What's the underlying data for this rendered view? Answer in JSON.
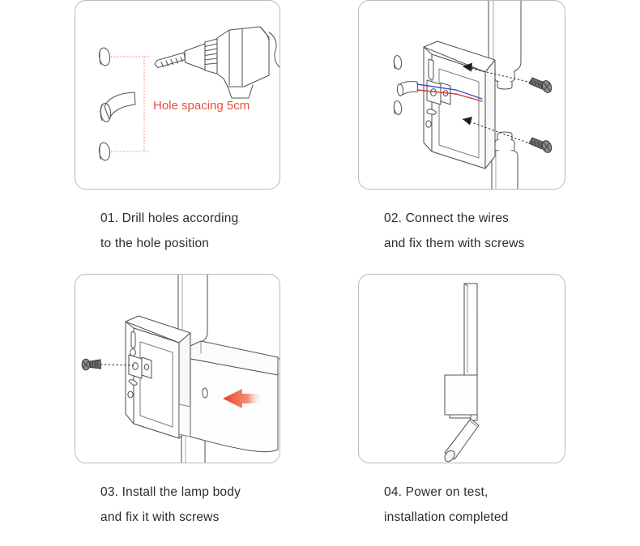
{
  "document": {
    "type": "installation-instructions",
    "title": "Wall Lamp Installation Steps",
    "background_color": "#ffffff",
    "panel_border_color": "#b9b9b9",
    "accent_color": "#e8503a",
    "line_color": "#55555a",
    "wire_colors": {
      "live": "#d33a3a",
      "neutral": "#3a4fd3"
    }
  },
  "steps": [
    {
      "id": "step-01",
      "number": "01",
      "caption_line_1": "01. Drill holes according",
      "caption_line_2": "to the hole position",
      "illustration": "drill-and-wall-holes",
      "annotation": {
        "label": "Hole spacing 5cm",
        "color": "#e8503a",
        "style": "dotted-dimension-line"
      },
      "parts": [
        "electric-drill",
        "drill-bit",
        "wall-hole-upper",
        "wall-hole-lower",
        "wall-anchor-plug"
      ]
    },
    {
      "id": "step-02",
      "number": "02",
      "caption_line_1": "02. Connect the wires",
      "caption_line_2": "and fix them with screws",
      "illustration": "mounting-plate-wiring",
      "parts": [
        "mounting-bracket",
        "wire-connector",
        "blue-wire",
        "red-wire",
        "screw-upper",
        "screw-lower",
        "wall-hole-upper",
        "wall-hole-lower",
        "pole"
      ],
      "arrows": [
        "screw-insert-arrow-upper",
        "screw-insert-arrow-lower"
      ]
    },
    {
      "id": "step-03",
      "number": "03",
      "caption_line_1": "03. Install the lamp body",
      "caption_line_2": "and fix it with screws",
      "illustration": "lamp-body-attachment",
      "parts": [
        "mounting-bracket",
        "lamp-body",
        "fixing-screw",
        "pole"
      ],
      "arrows": [
        "lamp-slide-arrow",
        "screw-insert-arrow"
      ]
    },
    {
      "id": "step-04",
      "number": "04",
      "caption_line_1": "04. Power on test,",
      "caption_line_2": "installation completed",
      "illustration": "completed-lamp-assembly",
      "parts": [
        "lamp-panel",
        "lamp-housing",
        "adjustable-spotlight"
      ]
    }
  ]
}
